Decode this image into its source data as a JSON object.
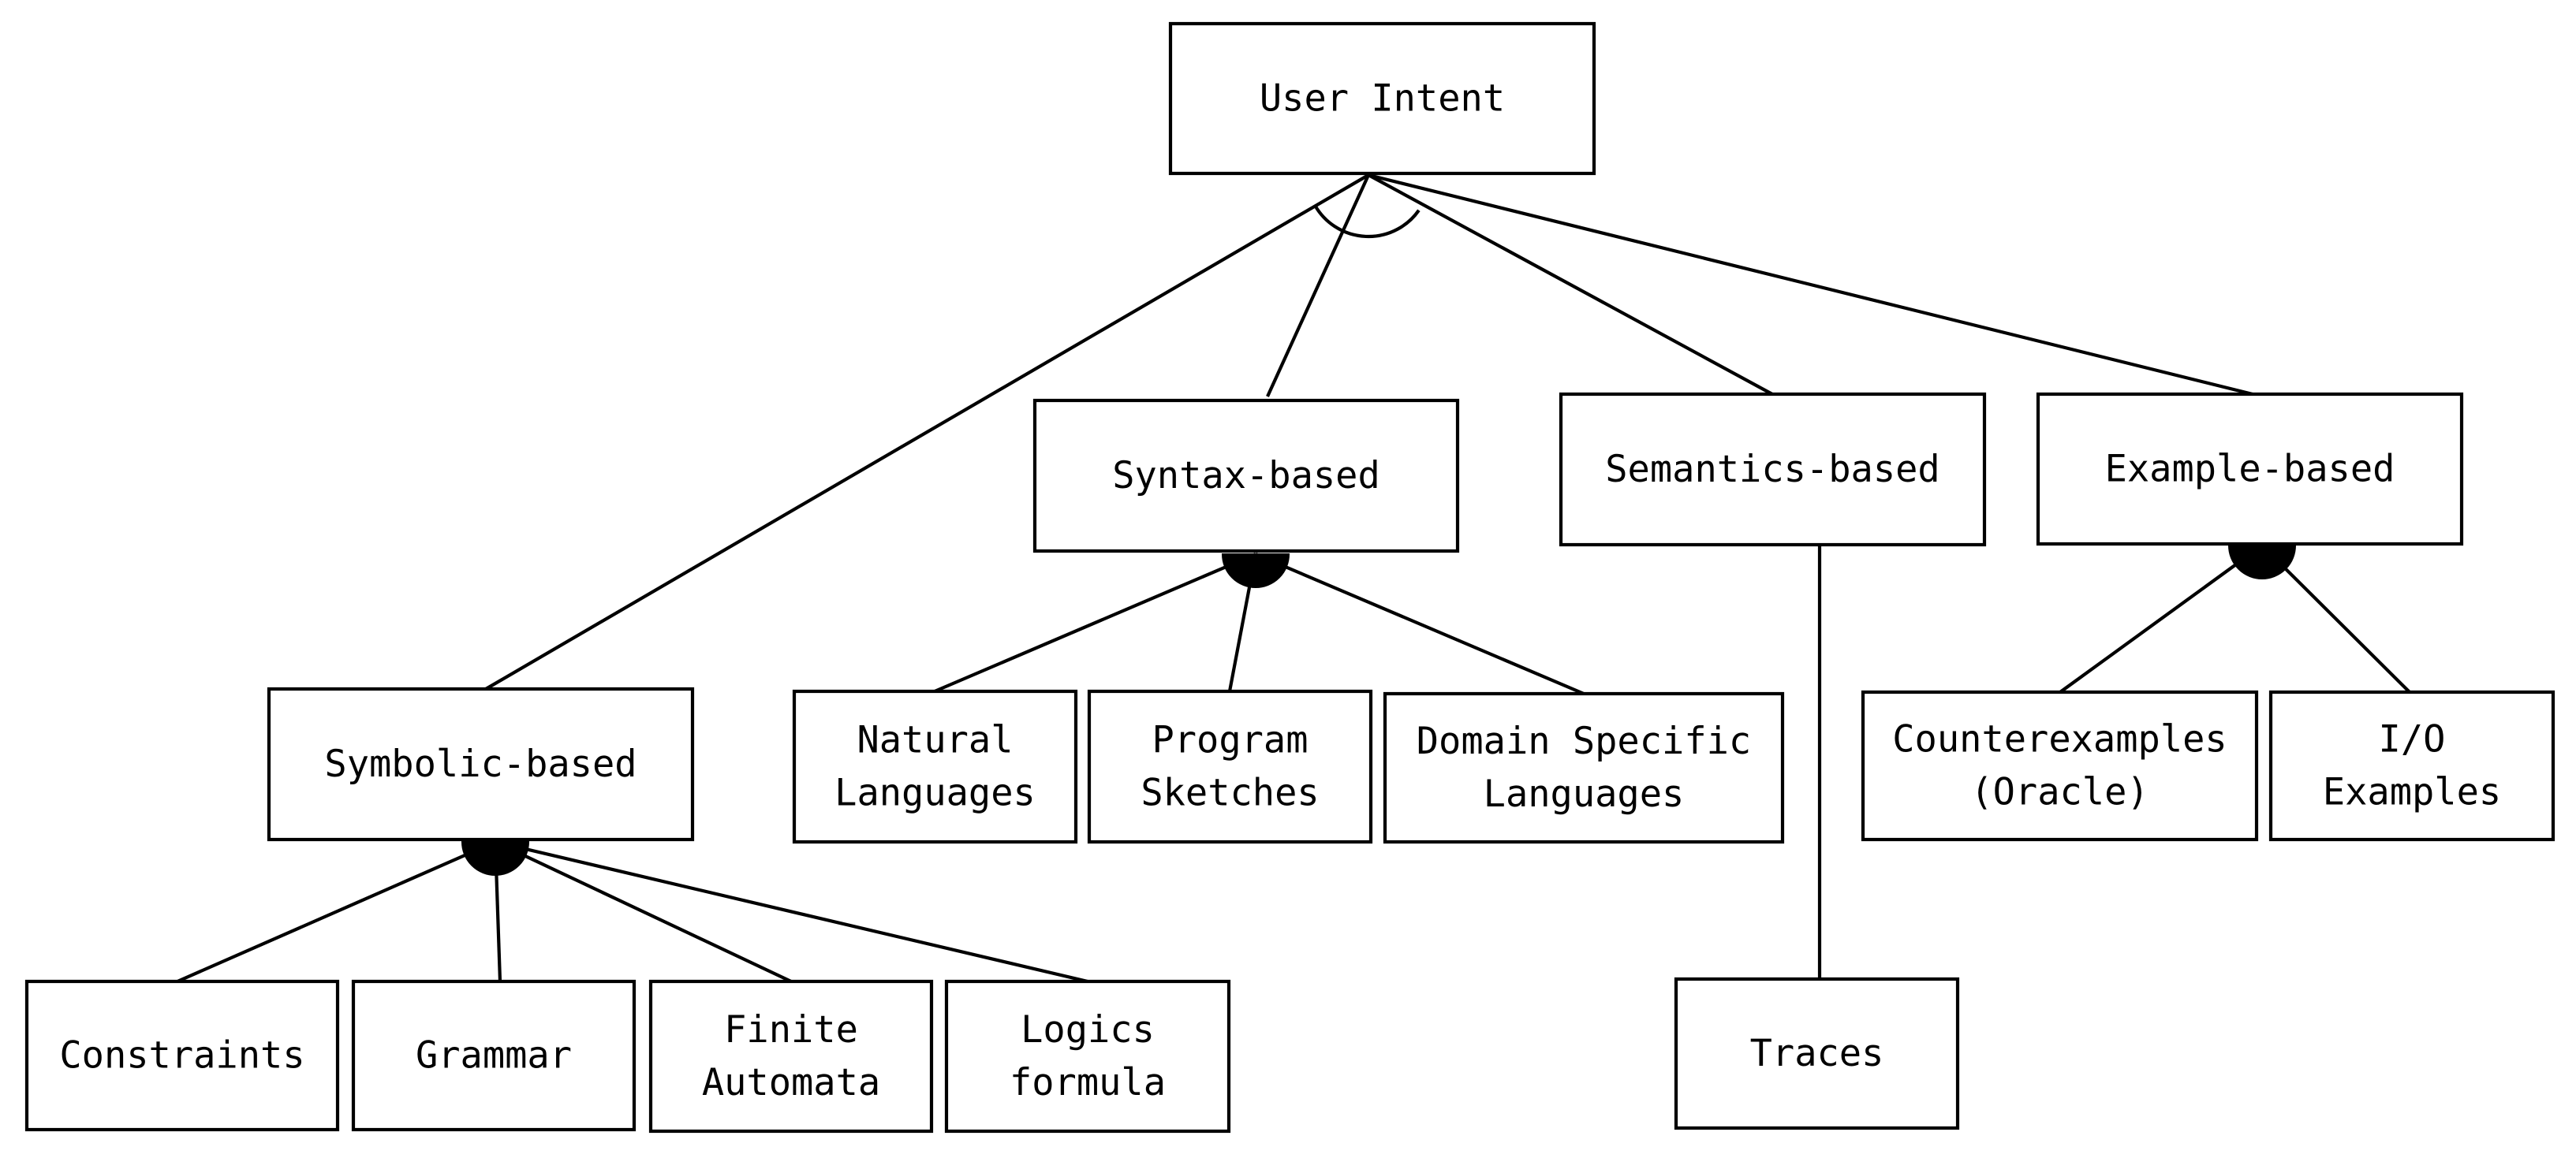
{
  "colors": {
    "stroke": "#000000",
    "fill": "#ffffff"
  },
  "nodes": {
    "user_intent": {
      "lines": [
        "User Intent"
      ]
    },
    "syntax_based": {
      "lines": [
        "Syntax-based"
      ]
    },
    "semantics_based": {
      "lines": [
        "Semantics-based"
      ]
    },
    "example_based": {
      "lines": [
        "Example-based"
      ]
    },
    "symbolic_based": {
      "lines": [
        "Symbolic-based"
      ]
    },
    "natural_languages": {
      "lines": [
        "Natural",
        "Languages"
      ]
    },
    "program_sketches": {
      "lines": [
        "Program",
        "Sketches"
      ]
    },
    "domain_specific_languages": {
      "lines": [
        "Domain Specific",
        "Languages"
      ]
    },
    "counterexamples": {
      "lines": [
        "Counterexamples",
        "(Oracle)"
      ]
    },
    "io_examples": {
      "lines": [
        "I/O",
        "Examples"
      ]
    },
    "constraints": {
      "lines": [
        "Constraints"
      ]
    },
    "grammar": {
      "lines": [
        "Grammar"
      ]
    },
    "finite_automata": {
      "lines": [
        "Finite",
        "Automata"
      ]
    },
    "logics_formula": {
      "lines": [
        "Logics",
        "formula"
      ]
    },
    "traces": {
      "lines": [
        "Traces"
      ]
    }
  },
  "edges": [
    {
      "from": "user_intent",
      "to": "symbolic_based"
    },
    {
      "from": "user_intent",
      "to": "syntax_based"
    },
    {
      "from": "user_intent",
      "to": "semantics_based"
    },
    {
      "from": "user_intent",
      "to": "example_based"
    },
    {
      "from": "syntax_based",
      "to": "natural_languages"
    },
    {
      "from": "syntax_based",
      "to": "program_sketches"
    },
    {
      "from": "syntax_based",
      "to": "domain_specific_languages"
    },
    {
      "from": "semantics_based",
      "to": "traces"
    },
    {
      "from": "example_based",
      "to": "counterexamples"
    },
    {
      "from": "example_based",
      "to": "io_examples"
    },
    {
      "from": "symbolic_based",
      "to": "constraints"
    },
    {
      "from": "symbolic_based",
      "to": "grammar"
    },
    {
      "from": "symbolic_based",
      "to": "finite_automata"
    },
    {
      "from": "symbolic_based",
      "to": "logics_formula"
    }
  ],
  "groups": [
    {
      "parent": "user_intent",
      "kind": "and-arc"
    },
    {
      "parent": "syntax_based",
      "kind": "or-filled"
    },
    {
      "parent": "example_based",
      "kind": "or-filled"
    },
    {
      "parent": "symbolic_based",
      "kind": "or-filled"
    }
  ]
}
